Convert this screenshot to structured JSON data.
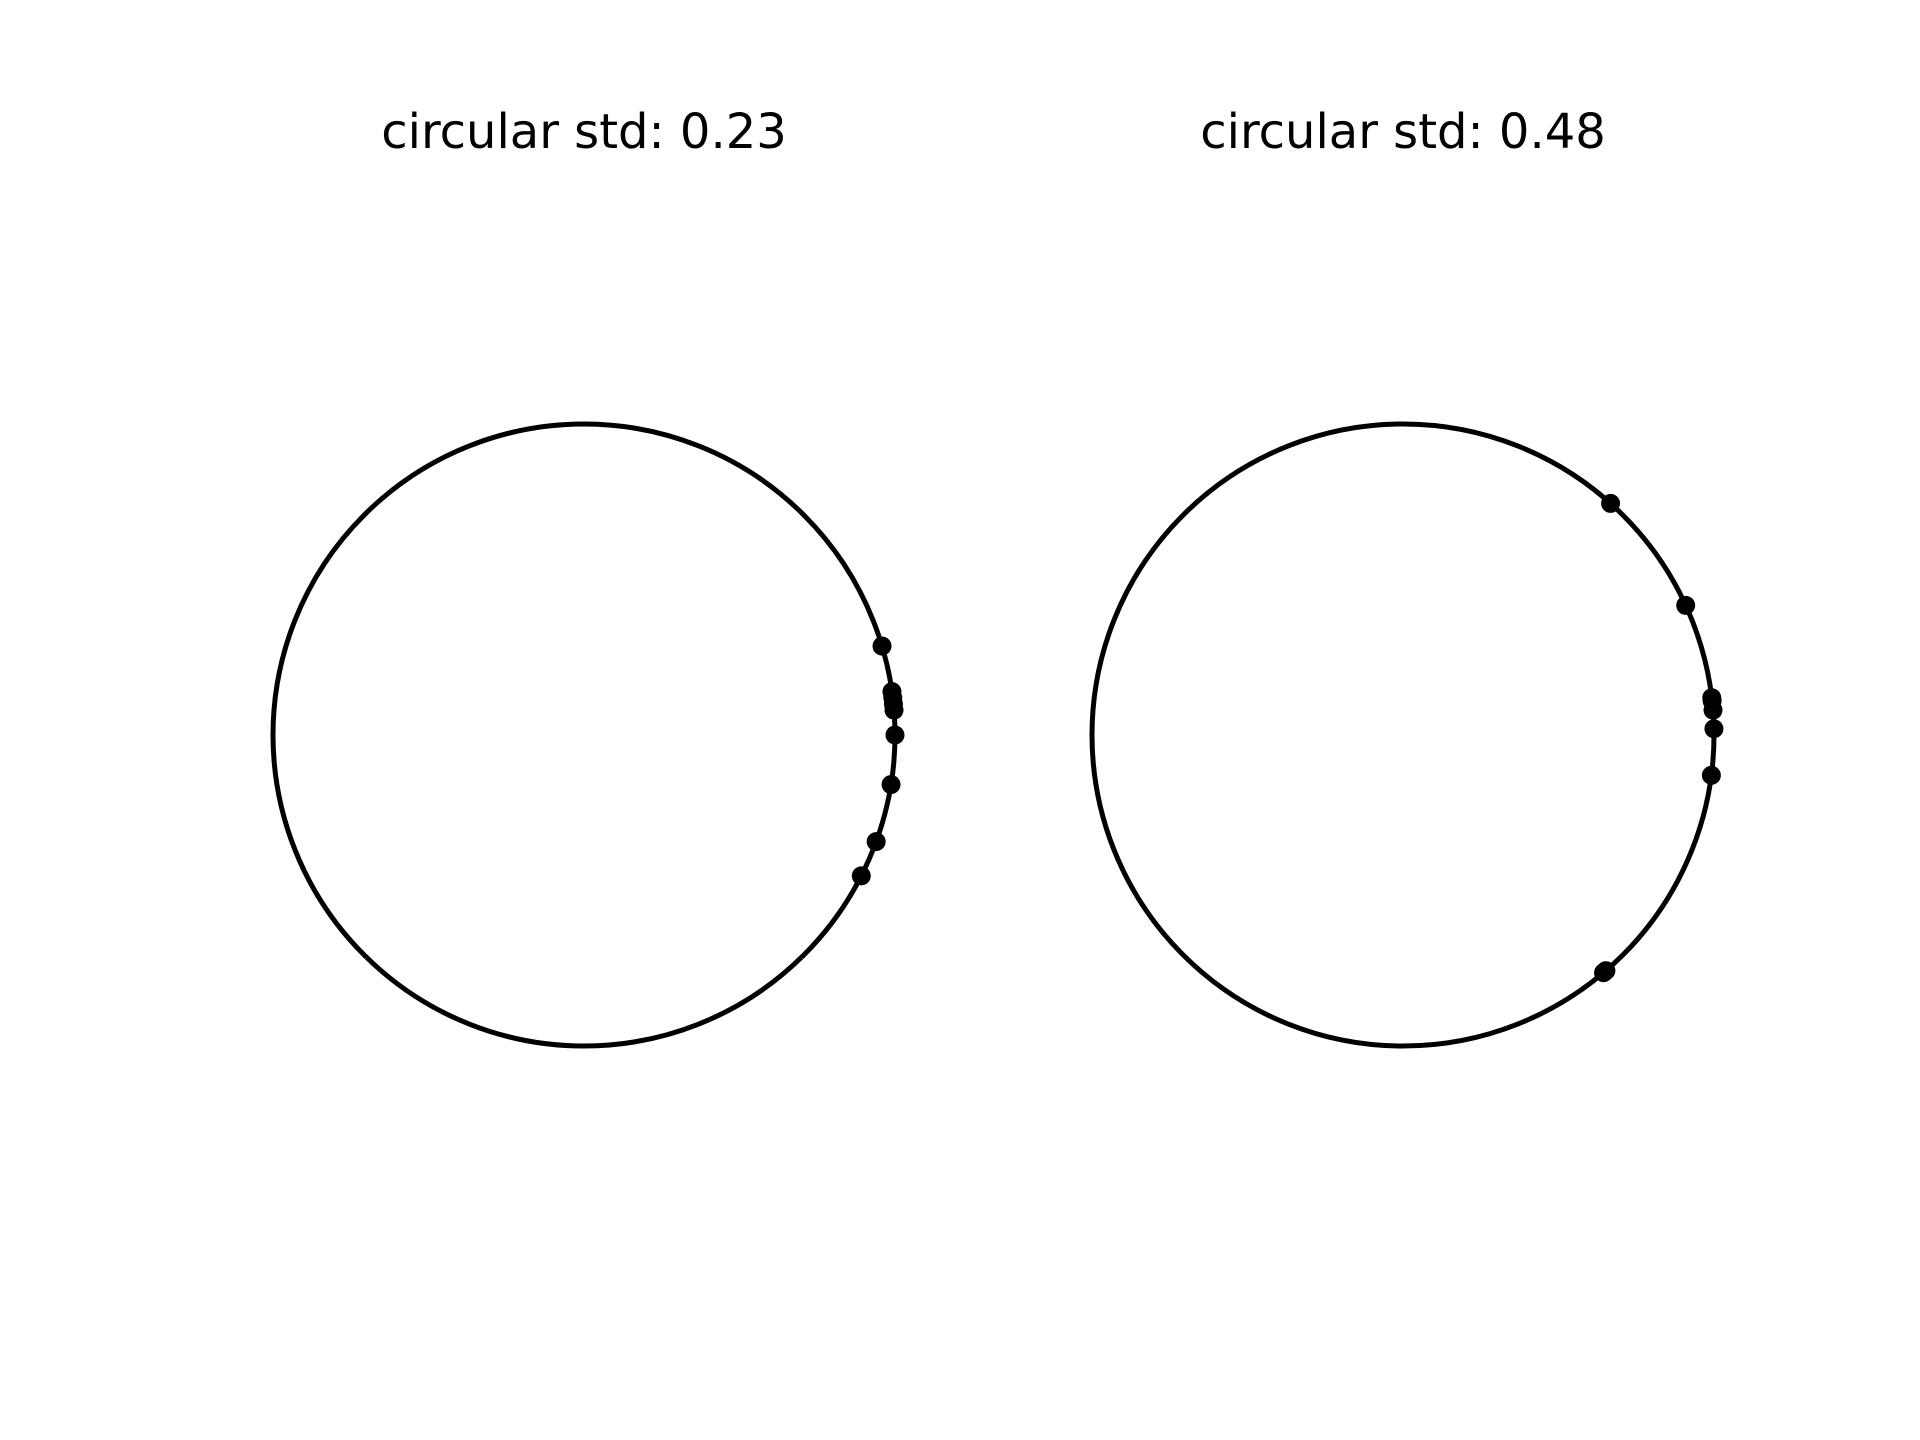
{
  "chart_data": [
    {
      "type": "scatter",
      "title": "circular std: 0.23",
      "coordinate_system": "unit circle, angles in radians",
      "circle": {
        "radius": 1,
        "center": [
          0,
          0
        ]
      },
      "points_angle_rad": [
        0.29,
        0.14,
        0.12,
        0.1,
        0.08,
        0.0,
        -0.16,
        -0.35,
        -0.47
      ],
      "marker_color": "#000000",
      "line_color": "#000000",
      "axes_visible": false
    },
    {
      "type": "scatter",
      "title": "circular std: 0.48",
      "coordinate_system": "unit circle, angles in radians",
      "circle": {
        "radius": 1,
        "center": [
          0,
          0
        ]
      },
      "points_angle_rad": [
        0.84,
        0.43,
        0.12,
        0.11,
        0.08,
        0.02,
        -0.13,
        -0.86,
        -0.87
      ],
      "marker_color": "#000000",
      "line_color": "#000000",
      "axes_visible": false
    }
  ]
}
